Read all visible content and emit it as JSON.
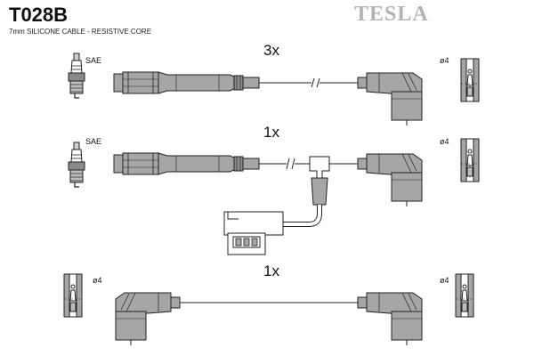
{
  "header": {
    "title": "T028B",
    "subtitle": "7mm SILICONE CABLE - RESISTIVE CORE",
    "brand": "TESLA"
  },
  "rows": [
    {
      "quantity": "3x",
      "plug_label": "SAE",
      "terminal_label": "ø4"
    },
    {
      "quantity": "1x",
      "plug_label": "SAE",
      "terminal_label": "ø4"
    },
    {
      "quantity": "1x",
      "left_terminal_label": "ø4",
      "right_terminal_label": "ø4"
    }
  ],
  "colors": {
    "part_fill": "#a6a6a6",
    "outline": "#222222",
    "brand": "#b3b3b3"
  }
}
